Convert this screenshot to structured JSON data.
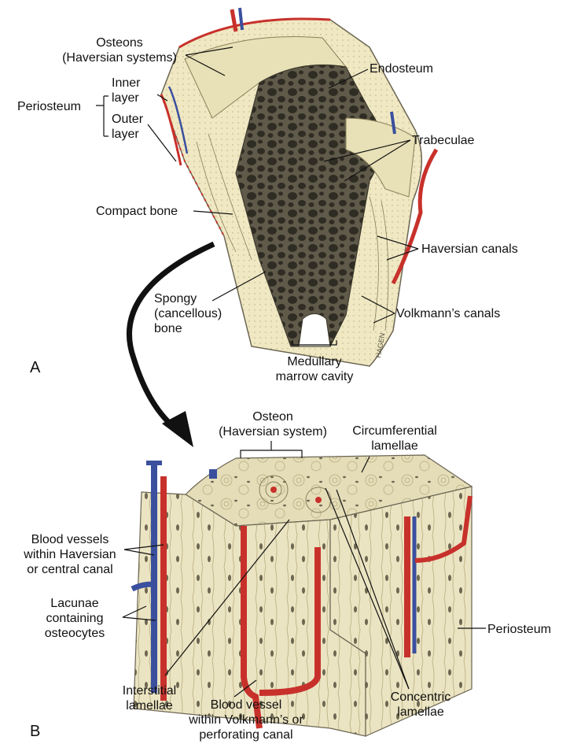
{
  "figure": {
    "panel_a": "A",
    "panel_b": "B",
    "signature": "HAGEN"
  },
  "labels_a": {
    "osteons": [
      "Osteons",
      "(Haversian systems)"
    ],
    "endosteum": "Endosteum",
    "periosteum": "Periosteum",
    "inner_layer": [
      "Inner",
      "layer"
    ],
    "outer_layer": [
      "Outer",
      "layer"
    ],
    "trabeculae": "Trabeculae",
    "compact_bone": "Compact bone",
    "haversian_canals": "Haversian canals",
    "spongy_bone": [
      "Spongy",
      "(cancellous)",
      "bone"
    ],
    "volkmanns_canals": "Volkmann’s canals",
    "medullary": [
      "Medullary",
      "marrow cavity"
    ]
  },
  "labels_b": {
    "osteon": [
      "Osteon",
      "(Haversian system)"
    ],
    "circumferential": [
      "Circumferential",
      "lamellae"
    ],
    "blood_vessels": [
      "Blood vessels",
      "within Haversian",
      "or central canal"
    ],
    "lacunae": [
      "Lacunae",
      "containing",
      "osteocytes"
    ],
    "periosteum": "Periosteum",
    "interstitial": [
      "Interstitial",
      "lamellae"
    ],
    "blood_vessel_volkmann": [
      "Blood vessel",
      "within Volkmann’s or",
      "perforating canal"
    ],
    "concentric": [
      "Concentric",
      "lamellae"
    ]
  },
  "colors": {
    "bone": "#efe8c3",
    "bone_dark": "#d8cf9c",
    "spongy_bg": "#6b6553",
    "artery": "#c8312b",
    "vein": "#3a4f9e",
    "ink": "#111111"
  }
}
